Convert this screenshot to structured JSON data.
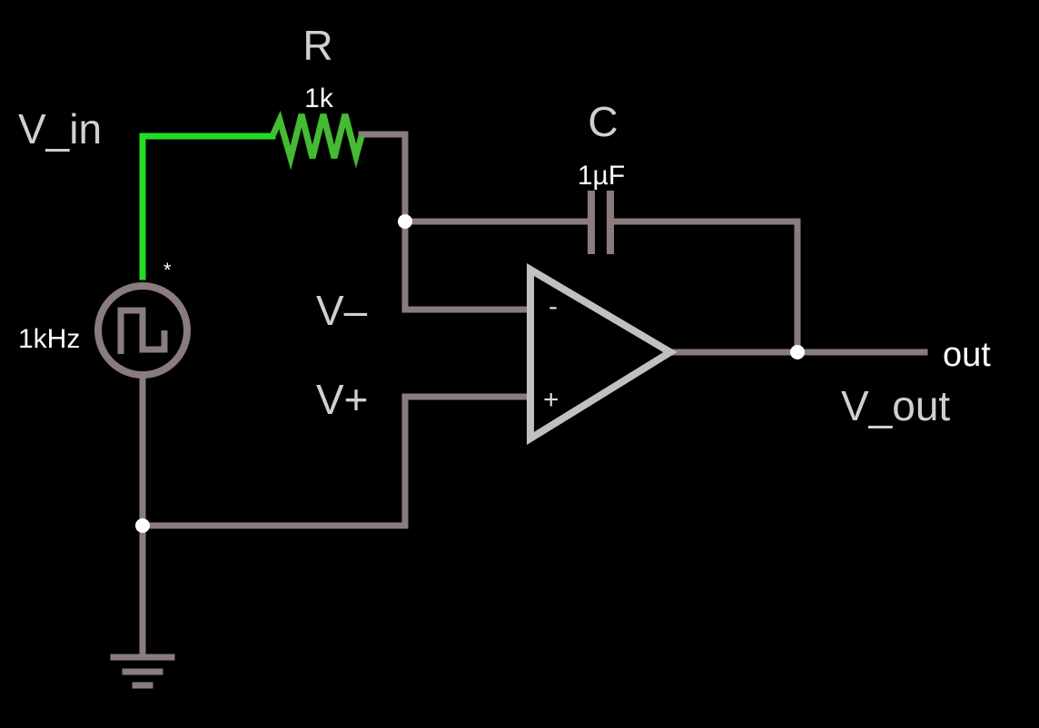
{
  "circuit": {
    "resistor": {
      "name": "R",
      "value": "1k"
    },
    "capacitor": {
      "name": "C",
      "value": "1µF"
    },
    "source": {
      "frequency": "1kHz",
      "marker": "*"
    },
    "opamp": {
      "minus_sign": "-",
      "plus_sign": "+"
    },
    "labels": {
      "v_in": "V_in",
      "v_minus": "V–",
      "v_plus": "V+",
      "out": "out",
      "v_out": "V_out"
    }
  },
  "colors": {
    "background": "#000000",
    "wire": "#8a7c7c",
    "active_wire": "#22dd22",
    "component": "#c0c0c0",
    "node": "#ffffff"
  }
}
